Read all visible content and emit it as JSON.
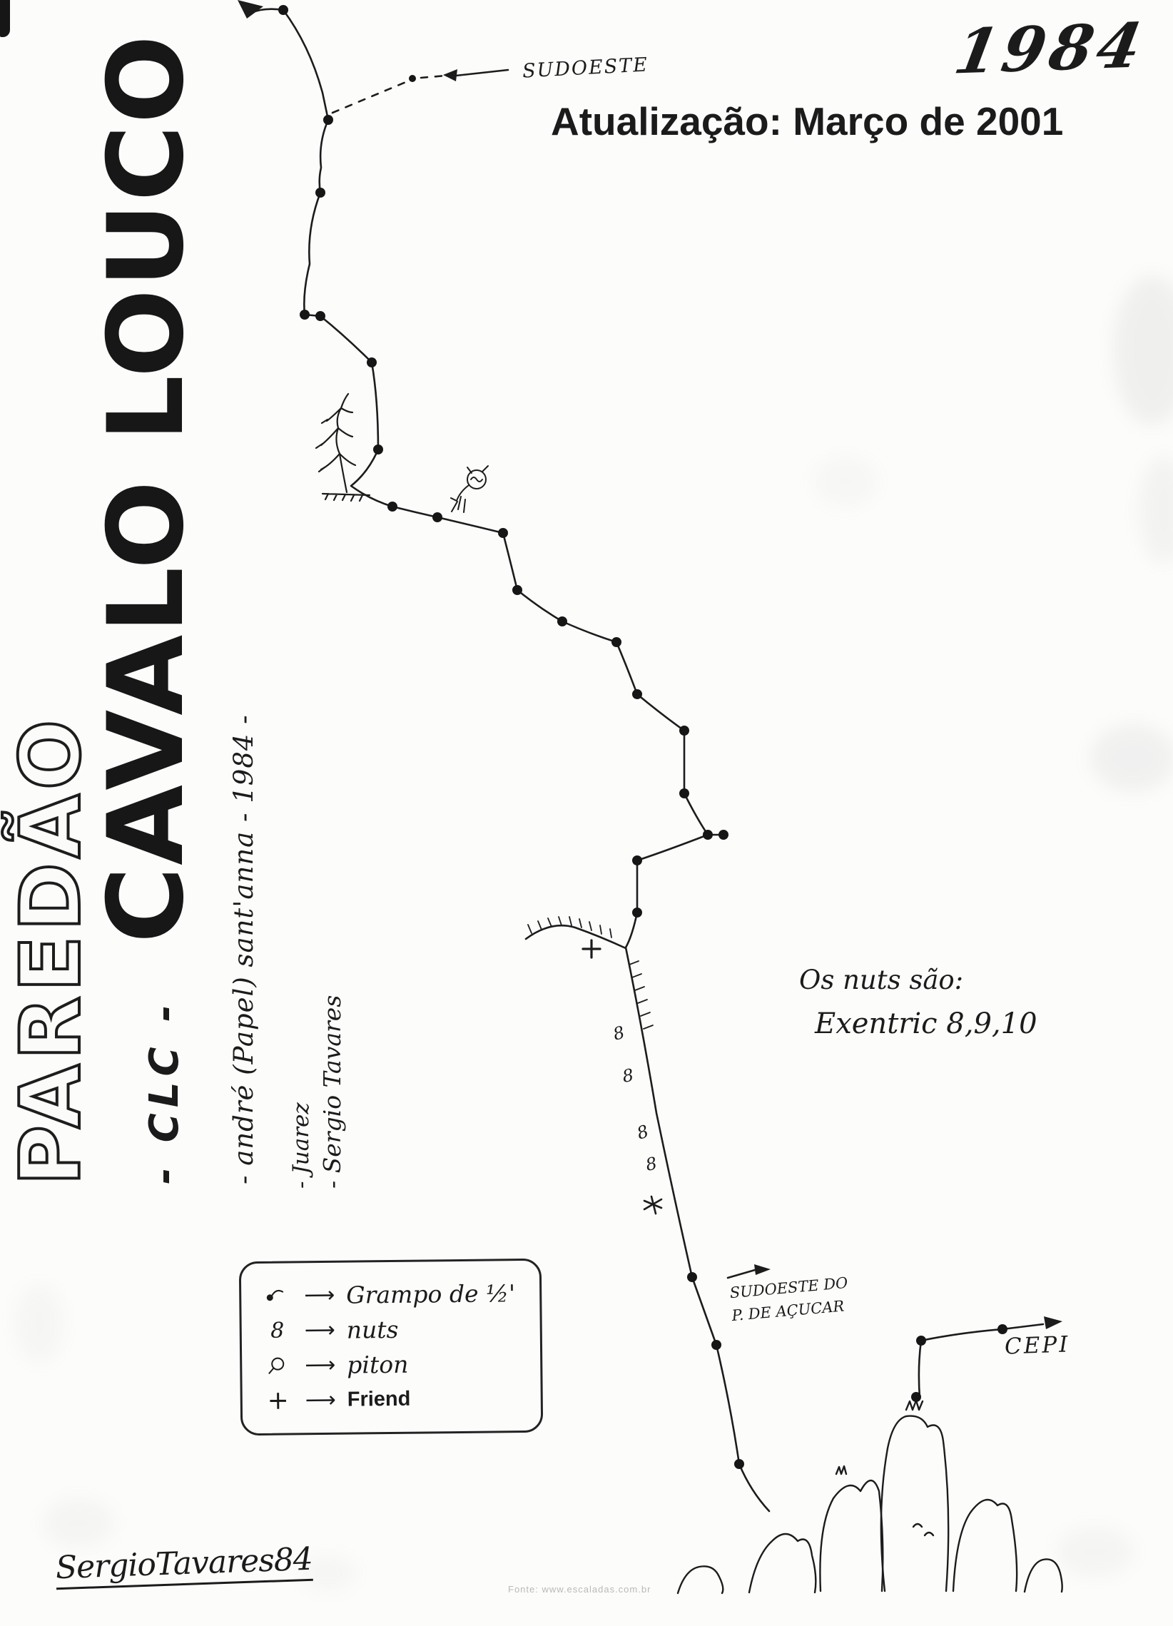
{
  "page": {
    "year_handwritten": "1984",
    "update_note": "Atualização: Março de 2001",
    "signature": "SergioTavares84",
    "footer_source": "Fonte: www.escaladas.com.br"
  },
  "title": {
    "outline_word": "PAREDÃO",
    "main_word": "CAVALO LOUCO",
    "club": "- CLC -",
    "first_ascent": "- andré (Papel) sant'anna   - 1984 -",
    "partner1": "- Juarez",
    "partner2": "- Sergio Tavares"
  },
  "route_labels": {
    "top_direction": "SUDOESTE",
    "nuts_note_1": "Os nuts são:",
    "nuts_note_2": "Exentric 8,9,10",
    "bottom_direction_1": "SUDOESTE DO",
    "bottom_direction_2": "P. DE AÇUCAR",
    "exit_label": "CEPI"
  },
  "legend": {
    "items": [
      {
        "name": "grampo",
        "label": "Grampo de ½'"
      },
      {
        "name": "nuts",
        "label": "nuts"
      },
      {
        "name": "piton",
        "label": "piton"
      },
      {
        "name": "friend",
        "label": "Friend"
      }
    ]
  },
  "icons": {
    "arrow_long": "⟶",
    "nut_glyph": "8",
    "friend_glyph": "+"
  },
  "colors": {
    "ink": "#1b1b1b",
    "paper": "#fcfcfb"
  }
}
